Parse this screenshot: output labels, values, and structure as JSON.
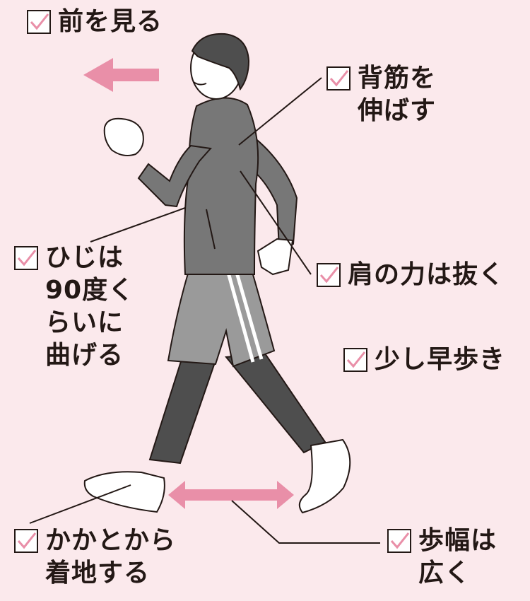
{
  "colors": {
    "background": "#fbe9ec",
    "accent_pink": "#e98fa8",
    "jacket": "#777777",
    "shorts": "#9a9a9a",
    "tights": "#4e4e4e",
    "text": "#231815"
  },
  "icon": "pink-checkbox-icon",
  "tips": {
    "look_forward": "前を見る",
    "back_stretch": "背筋を\n伸ばす",
    "elbow": "ひじは\n90度く\nらいに\n曲げる",
    "shoulder": "肩の力は抜く",
    "fast_walk": "少し早歩き",
    "heel": "かかとから\n着地する",
    "stride": "歩幅は\n広く"
  }
}
